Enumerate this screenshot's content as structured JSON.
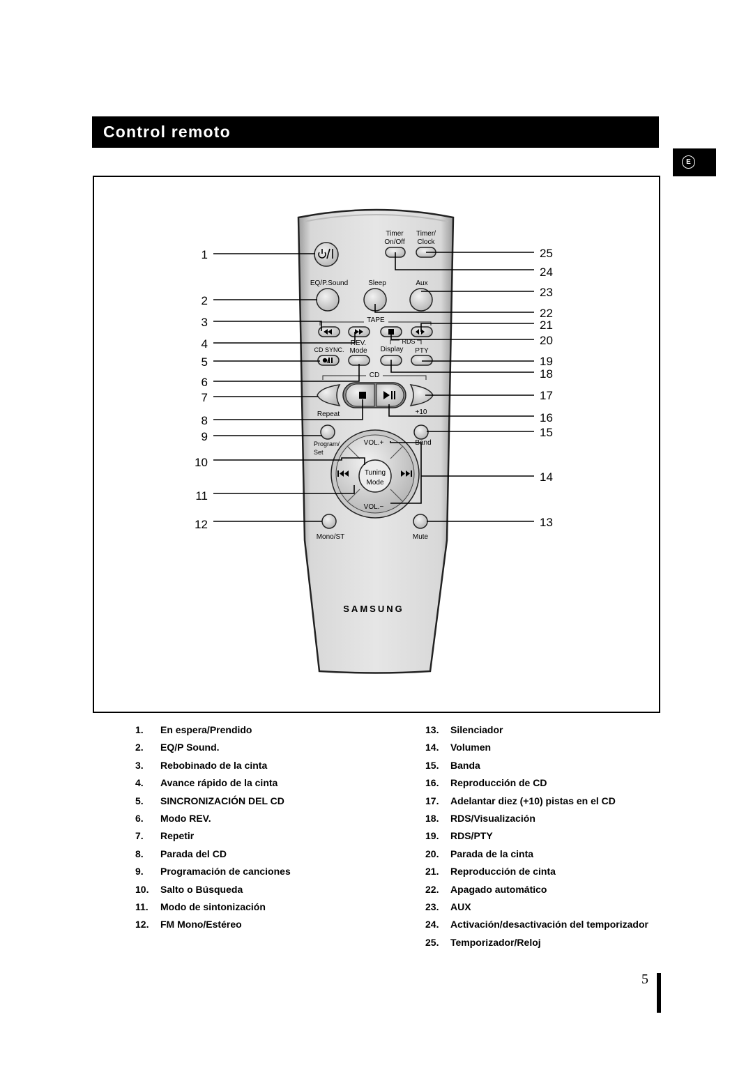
{
  "header": {
    "title": "Control remoto",
    "language_tab": "E"
  },
  "remote": {
    "labels": {
      "timer_on_off": [
        "Timer",
        "On/Off"
      ],
      "timer_clock": [
        "Timer/",
        "Clock"
      ],
      "eq_psound": "EQ/P.Sound",
      "sleep": "Sleep",
      "aux": "Aux",
      "tape": "TAPE",
      "rev": "REV.",
      "rds": "RDS",
      "cd_sync": "CD SYNC.",
      "mode": "Mode",
      "display": "Display",
      "pty": "PTY",
      "cd": "CD",
      "repeat": "Repeat",
      "plus10": "+10",
      "program_set": [
        "Program/",
        "Set"
      ],
      "vol_plus": "VOL.+",
      "band": "Band",
      "tuning_mode": [
        "Tuning",
        "Mode"
      ],
      "vol_minus": "VOL.−",
      "mono_st": "Mono/ST",
      "mute": "Mute",
      "brand": "SAMSUNG"
    },
    "icons": {
      "power": "power-icon",
      "rewind": "rewind-icon",
      "fast_forward": "fast-forward-icon",
      "stop": "stop-icon",
      "play": "play-icon",
      "play_pause": "play-pause-icon",
      "record_pause": "record-pause-icon",
      "skip_back": "skip-back-icon",
      "skip_forward": "skip-forward-icon"
    },
    "callouts_left": [
      "1",
      "2",
      "3",
      "4",
      "5",
      "6",
      "7",
      "8",
      "9",
      "10",
      "11",
      "12"
    ],
    "callouts_right": [
      "25",
      "24",
      "23",
      "22",
      "21",
      "20",
      "19",
      "18",
      "17",
      "16",
      "15",
      "14",
      "13"
    ]
  },
  "legend": {
    "left": [
      {
        "num": "1.",
        "text": "En espera/Prendido"
      },
      {
        "num": "2.",
        "text": "EQ/P Sound."
      },
      {
        "num": "3.",
        "text": "Rebobinado de la cinta"
      },
      {
        "num": "4.",
        "text": "Avance rápido de la cinta"
      },
      {
        "num": "5.",
        "text": "SINCRONIZACIÓN DEL CD"
      },
      {
        "num": "6.",
        "text": "Modo REV."
      },
      {
        "num": "7.",
        "text": "Repetir"
      },
      {
        "num": "8.",
        "text": "Parada del CD"
      },
      {
        "num": "9.",
        "text": "Programación de canciones"
      },
      {
        "num": "10.",
        "text": "Salto o Búsqueda"
      },
      {
        "num": "11.",
        "text": "Modo de sintonización"
      },
      {
        "num": "12.",
        "text": "FM Mono/Estéreo"
      }
    ],
    "right": [
      {
        "num": "13.",
        "text": "Silenciador"
      },
      {
        "num": "14.",
        "text": "Volumen"
      },
      {
        "num": "15.",
        "text": "Banda"
      },
      {
        "num": "16.",
        "text": "Reproducción de CD"
      },
      {
        "num": "17.",
        "text": "Adelantar diez (+10) pistas en el CD"
      },
      {
        "num": "18.",
        "text": "RDS/Visualización"
      },
      {
        "num": "19.",
        "text": "RDS/PTY"
      },
      {
        "num": "20.",
        "text": "Parada de la cinta"
      },
      {
        "num": "21.",
        "text": "Reproducción de cinta"
      },
      {
        "num": "22.",
        "text": "Apagado automático"
      },
      {
        "num": "23.",
        "text": "AUX"
      },
      {
        "num": "24.",
        "text": "Activación/desactivación del temporizador"
      },
      {
        "num": "25.",
        "text": "Temporizador/Reloj"
      }
    ]
  },
  "page_number": "5"
}
